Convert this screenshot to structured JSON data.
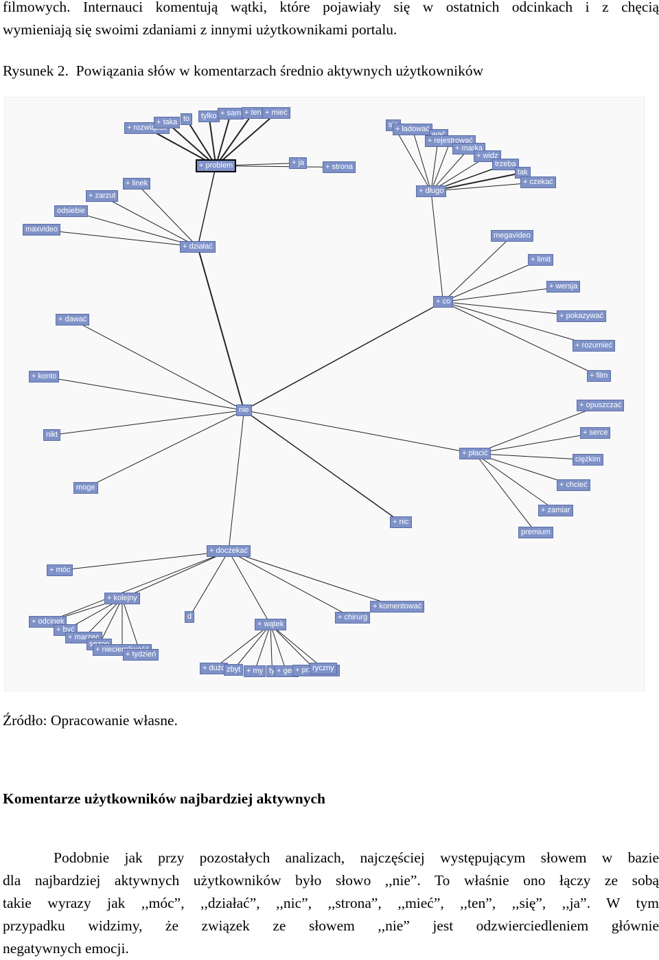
{
  "intro": {
    "line1": "filmowych. Internauci komentują wątki, które pojawiały się w ostatnich odcinkach i z chęcią",
    "line2": "wymieniają się swoimi zdaniami z innymi użytkownikami portalu."
  },
  "caption": "Rysunek 2.  Powiązania słów w komentarzach średnio aktywnych użytkowników",
  "source": "Źródło: Opracowanie własne.",
  "heading": "Komentarze użytkowników najbardziej aktywnych",
  "paragraph": {
    "line1": "Podobnie jak przy pozostałych analizach, najczęściej występującym słowem w bazie",
    "line2": "dla najbardziej aktywnych użytkowników było słowo ,,nie”. To właśnie ono łączy ze sobą",
    "line3": "takie wyrazy jak ,,móc”, ,,działać”, ,,nic”, ,,strona”, ,,mieć”, ,,ten”, ,,się”, ,,ja”. W tym",
    "line4": "przypadku widzimy, że związek ze słowem ,,nie” jest odzwierciedleniem głównie",
    "line5": "negatywnych emocji."
  },
  "figure": {
    "colors": {
      "node_fill": "#7f92c8",
      "node_border": "#5a6ca6",
      "node_text": "#ffffff",
      "edge": "#222222",
      "background": "#f9f9f9"
    },
    "nodes": [
      {
        "id": "rozwiazac",
        "label": "+ rozwiązać"
      },
      {
        "id": "taka",
        "label": "+ taka"
      },
      {
        "id": "to",
        "label": "to"
      },
      {
        "id": "tylko",
        "label": "tylko"
      },
      {
        "id": "sam",
        "label": "+ sam"
      },
      {
        "id": "ten",
        "label": "+ ten"
      },
      {
        "id": "miec",
        "label": "+ mieć"
      },
      {
        "id": "problem",
        "label": "+ problem",
        "selected": true
      },
      {
        "id": "ja",
        "label": "+ ja"
      },
      {
        "id": "strona",
        "label": "+ strona"
      },
      {
        "id": "linek",
        "label": "+ linek"
      },
      {
        "id": "zarzut",
        "label": "+ zarzut"
      },
      {
        "id": "odsiebie",
        "label": "odsiebie"
      },
      {
        "id": "maxvideo",
        "label": "maxvideo"
      },
      {
        "id": "dzialac",
        "label": "+ działać"
      },
      {
        "id": "sie",
        "label": "się"
      },
      {
        "id": "ladowac",
        "label": "+ ładować"
      },
      {
        "id": "wac",
        "label": "wać"
      },
      {
        "id": "rejestrowac",
        "label": "+ rejestrować"
      },
      {
        "id": "marka",
        "label": "+ marka"
      },
      {
        "id": "widz",
        "label": "+ widz"
      },
      {
        "id": "trzeba",
        "label": "trzeba"
      },
      {
        "id": "tak",
        "label": "tak"
      },
      {
        "id": "czekac",
        "label": "+ czekać"
      },
      {
        "id": "dlugo",
        "label": "+ długo"
      },
      {
        "id": "megavideo",
        "label": "megavideo"
      },
      {
        "id": "limit",
        "label": "+ limit"
      },
      {
        "id": "wersja",
        "label": "+ wersja"
      },
      {
        "id": "co",
        "label": "+ co"
      },
      {
        "id": "pokazywac",
        "label": "+ pokazywać"
      },
      {
        "id": "rozumiec",
        "label": "+ rozumieć"
      },
      {
        "id": "film",
        "label": "+ film"
      },
      {
        "id": "dawac",
        "label": "+ dawać"
      },
      {
        "id": "konto",
        "label": "+ konto"
      },
      {
        "id": "nie",
        "label": "nie"
      },
      {
        "id": "opuszczac",
        "label": "+ opuszczać"
      },
      {
        "id": "nikt",
        "label": "nikt"
      },
      {
        "id": "serce",
        "label": "+ serce"
      },
      {
        "id": "placic",
        "label": "+ płacić"
      },
      {
        "id": "ciezkim",
        "label": "ciężkim"
      },
      {
        "id": "moge",
        "label": "moge"
      },
      {
        "id": "chciec",
        "label": "+ chcieć"
      },
      {
        "id": "zamiar",
        "label": "+ zamiar"
      },
      {
        "id": "nic",
        "label": "+ nic"
      },
      {
        "id": "premium",
        "label": "premium"
      },
      {
        "id": "doczekac",
        "label": "+ doczekać"
      },
      {
        "id": "moc",
        "label": "+ móc"
      },
      {
        "id": "kolejny",
        "label": "+ kolejny"
      },
      {
        "id": "komentowac",
        "label": "+ komentować"
      },
      {
        "id": "d",
        "label": "d"
      },
      {
        "id": "chirurg",
        "label": "+ chirurg"
      },
      {
        "id": "odcinek",
        "label": "+ odcinek"
      },
      {
        "id": "watek",
        "label": "+ wątek"
      },
      {
        "id": "byc",
        "label": "+ być"
      },
      {
        "id": "marzec",
        "label": "+ marzec"
      },
      {
        "id": "sezon",
        "label": "sezon"
      },
      {
        "id": "niecierpliwosc",
        "label": "+ niecierpliwość"
      },
      {
        "id": "tydzien",
        "label": "+ tydzień"
      },
      {
        "id": "duzo",
        "label": "+ dużo"
      },
      {
        "id": "zbyt",
        "label": "zbyt"
      },
      {
        "id": "my",
        "label": "+ my"
      },
      {
        "id": "ty",
        "label": "ty"
      },
      {
        "id": "gen",
        "label": "+ gen"
      },
      {
        "id": "przyzwoity",
        "label": "+ przyzwoity"
      },
      {
        "id": "ryczny",
        "label": "ryczny"
      }
    ]
  }
}
